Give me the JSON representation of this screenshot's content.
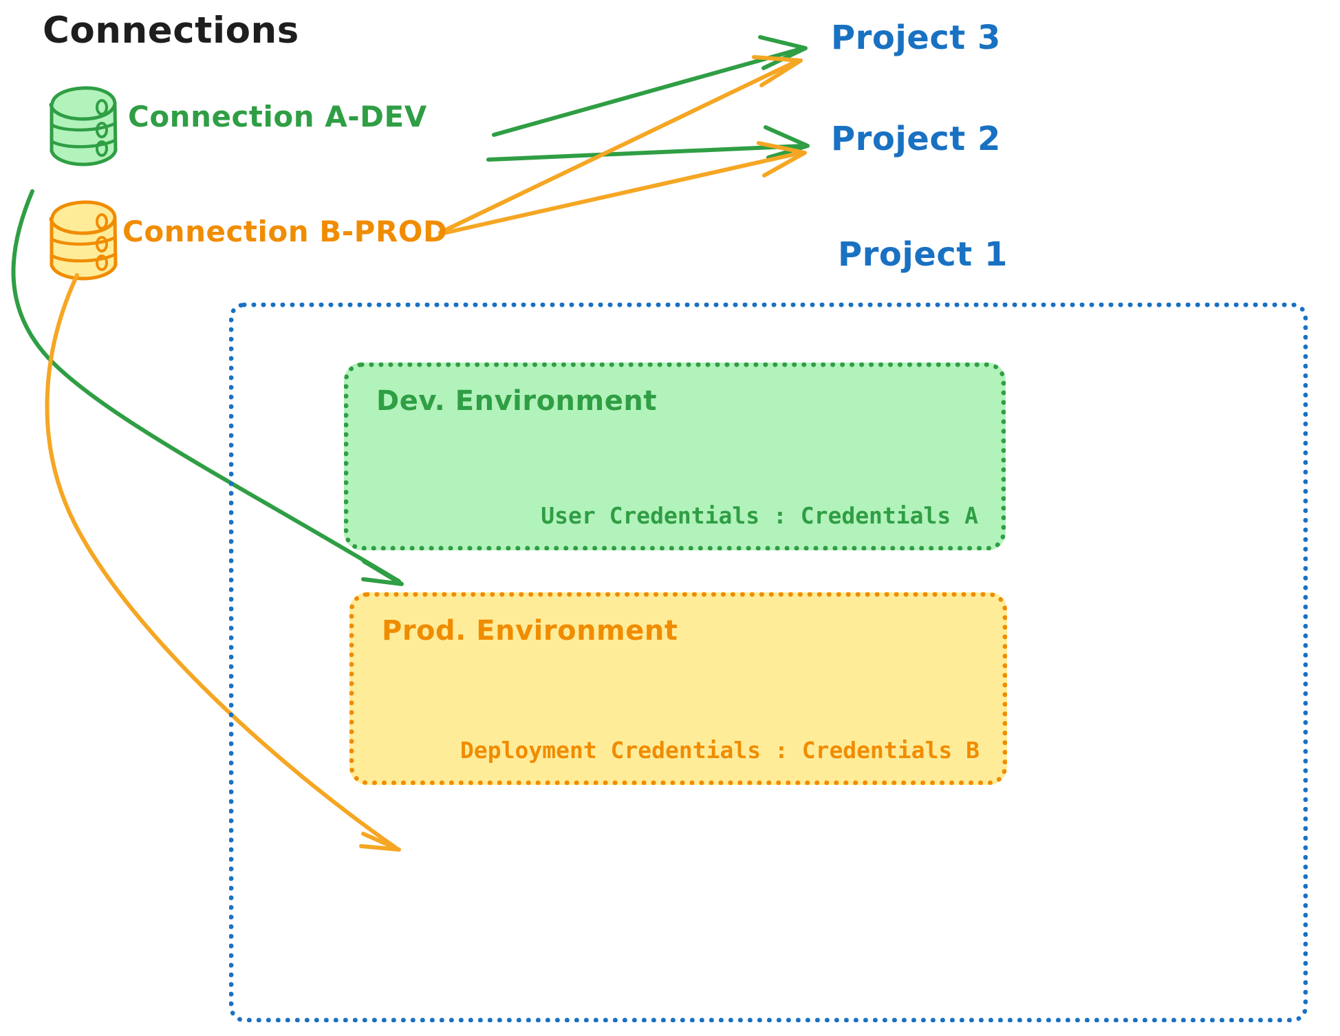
{
  "heading": "Connections",
  "connections": [
    {
      "id": "a-dev",
      "label": "Connection A-DEV",
      "color": "#2f9e44",
      "icon": "database-cylinder-icon"
    },
    {
      "id": "b-prod",
      "label": "Connection B-PROD",
      "color": "#f08c00",
      "icon": "database-cylinder-icon"
    }
  ],
  "projects": [
    {
      "id": "project3",
      "label": "Project 3",
      "color": "#1971c2"
    },
    {
      "id": "project2",
      "label": "Project 2",
      "color": "#1971c2"
    },
    {
      "id": "project1",
      "label": "Project 1",
      "color": "#1971c2"
    }
  ],
  "project1": {
    "label": "Project 1",
    "border_color": "#1971c2",
    "environments": [
      {
        "id": "dev",
        "title": "Dev. Environment",
        "credentials_label": "User Credentials",
        "credentials_separator": ":",
        "credentials_value": "Credentials A",
        "credentials_text": "User Credentials : Credentials A",
        "fill": "#b2f2bb",
        "stroke": "#2f9e44"
      },
      {
        "id": "prod",
        "title": "Prod. Environment",
        "credentials_label": "Deployment Credentials",
        "credentials_separator": ":",
        "credentials_value": "Credentials B",
        "credentials_text": "Deployment Credentials : Credentials B",
        "fill": "#ffec99",
        "stroke": "#f08c00"
      }
    ]
  },
  "edges": [
    {
      "id": "a-dev-to-project3",
      "from": "Connection A-DEV",
      "to": "Project 3",
      "color": "#2f9e44"
    },
    {
      "id": "a-dev-to-project2",
      "from": "Connection A-DEV",
      "to": "Project 2",
      "color": "#2f9e44"
    },
    {
      "id": "a-dev-to-dev-env",
      "from": "Connection A-DEV",
      "to": "Dev. Environment",
      "color": "#2f9e44"
    },
    {
      "id": "b-prod-to-project3",
      "from": "Connection B-PROD",
      "to": "Project 3",
      "color": "#f5a623"
    },
    {
      "id": "b-prod-to-project2",
      "from": "Connection B-PROD",
      "to": "Project 2",
      "color": "#f5a623"
    },
    {
      "id": "b-prod-to-prod-env",
      "from": "Connection B-PROD",
      "to": "Prod. Environment",
      "color": "#f5a623"
    }
  ],
  "colors": {
    "green_stroke": "#2f9e44",
    "green_fill": "#b2f2bb",
    "orange_stroke": "#f08c00",
    "orange_fill": "#ffec99",
    "arrow_orange": "#f5a623",
    "blue": "#1971c2",
    "text_dark": "#1e1e1e",
    "background": "#ffffff"
  }
}
